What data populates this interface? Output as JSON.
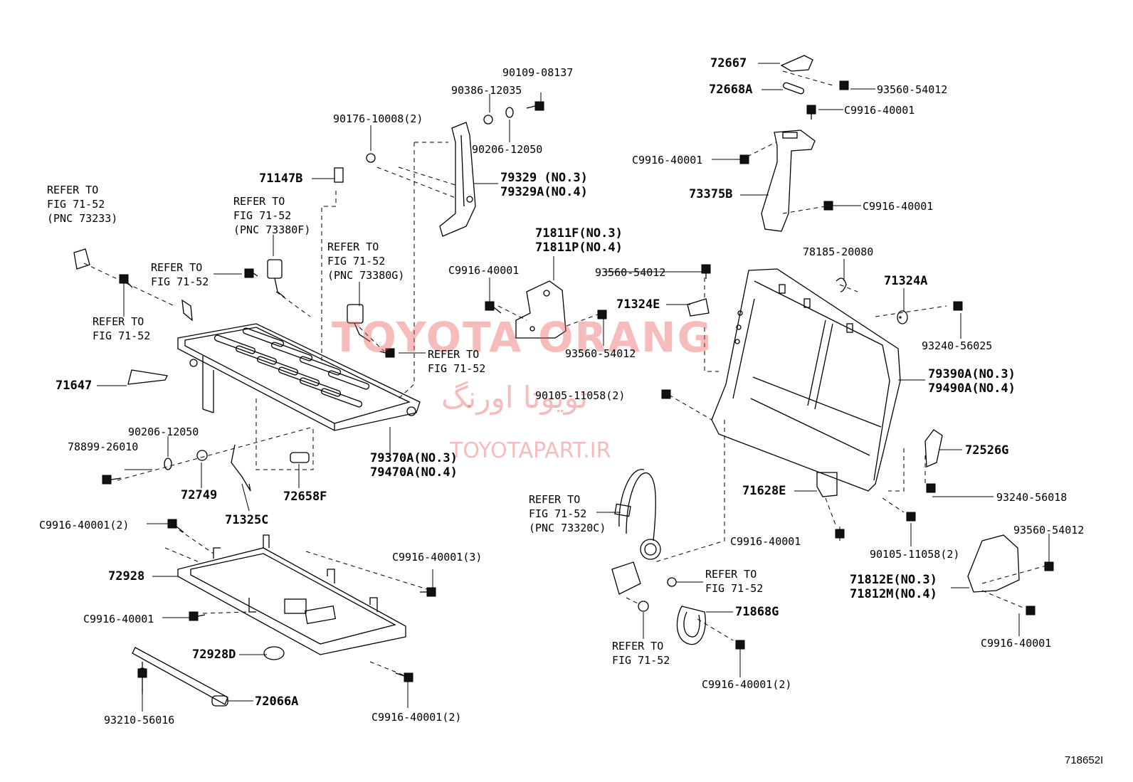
{
  "figure_id": "718652I",
  "watermark": {
    "main": "TOYOTA ORANG",
    "persian": "تویوتا اورنگ",
    "url": "TOYOTAPART.IR"
  },
  "labels": {
    "l01": "REFER TO\nFIG 71-52\n(PNC 73233)",
    "l02": "REFER TO\nFIG 71-52\n(PNC 73380F)",
    "l03": "REFER TO\nFIG 71-52\n(PNC 73380G)",
    "l04": "REFER TO\nFIG 71-52",
    "l05": "REFER TO\nFIG 71-52",
    "l06": "REFER TO\nFIG 71-52",
    "l07": "71147B",
    "l08": "90176-10008(2)",
    "l09": "90386-12035",
    "l10": "90109-08137",
    "l11": "90206-12050",
    "l12": "79329 (NO.3)\n79329A(NO.4)",
    "l13": "71647",
    "l14": "90206-12050",
    "l15": "78899-26010",
    "l16": "72749",
    "l17": "71325C",
    "l18": "72658F",
    "l19": "79370A(NO.3)\n79470A(NO.4)",
    "l20": "C9916-40001(2)",
    "l21": "72928",
    "l22": "C9916-40001(3)",
    "l23": "C9916-40001",
    "l24": "72928D",
    "l25": "72066A",
    "l26": "93210-56016",
    "l27": "C9916-40001(2)",
    "l28": "71811F(NO.3)\n71811P(NO.4)",
    "l29": "C9916-40001",
    "l30": "93560-54012",
    "l31": "71324E",
    "l32": "93560-54012",
    "l33": "90105-11058(2)",
    "l34": "REFER TO\nFIG 71-52\n(PNC 73320C)",
    "l35": "REFER TO\nFIG 71-52",
    "l36": "REFER TO\nFIG 71-52",
    "l37": "71868G",
    "l38": "C9916-40001(2)",
    "l39": "72667",
    "l40": "72668A",
    "l41": "93560-54012",
    "l42": "C9916-40001",
    "l43": "C9916-40001",
    "l44": "73375B",
    "l45": "C9916-40001",
    "l46": "78185-20080",
    "l47": "71324A",
    "l48": "93240-56025",
    "l49": "79390A(NO.3)\n79490A(NO.4)",
    "l50": "72526G",
    "l51": "93240-56018",
    "l52": "71628E",
    "l53": "C9916-40001",
    "l54": "90105-11058(2)",
    "l55": "93560-54012",
    "l56": "71812E(NO.3)\n71812M(NO.4)",
    "l57": "C9916-40001"
  }
}
